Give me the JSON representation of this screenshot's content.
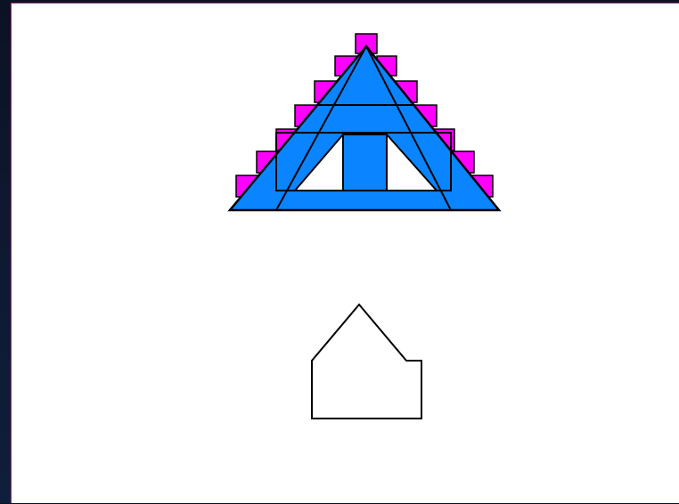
{
  "game": {
    "type": "tangram-puzzle",
    "colors": {
      "frame_border": "#c0268e",
      "canvas_bg": "#ffffff",
      "tile_fill": "#0a84ff",
      "step_fill": "#ff00ff",
      "outline": "#000000"
    },
    "puzzles": [
      {
        "name": "triangle-figure",
        "state": "filled"
      },
      {
        "name": "house-outline",
        "state": "empty"
      }
    ]
  }
}
